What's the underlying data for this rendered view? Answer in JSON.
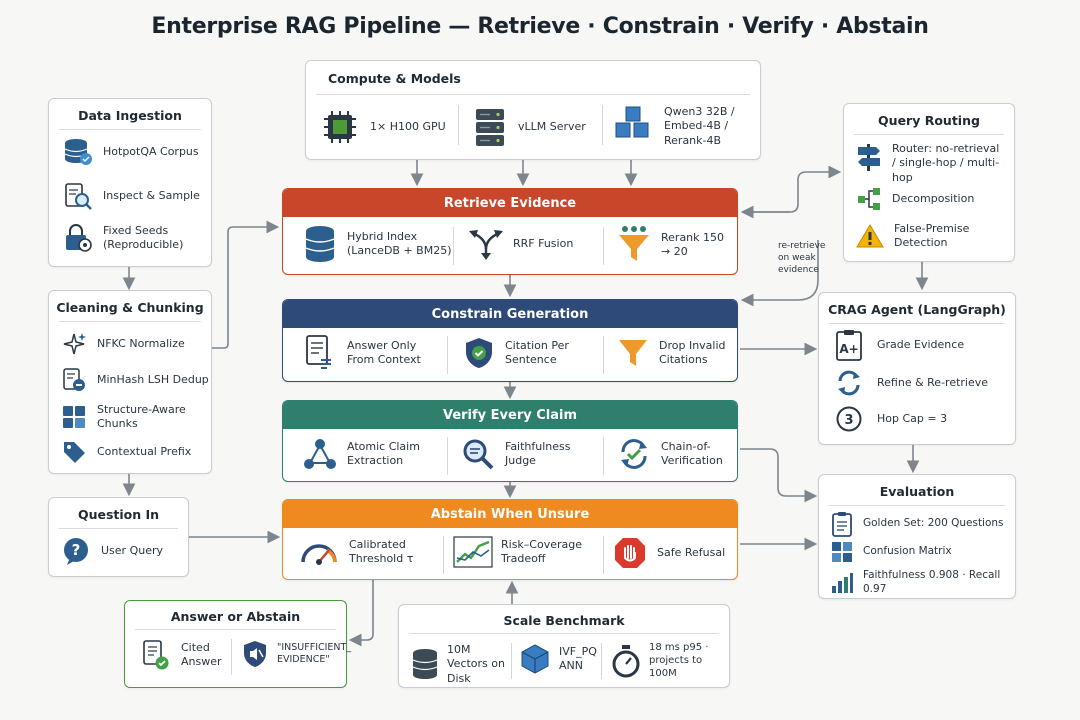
{
  "title": "Enterprise RAG Pipeline — Retrieve · Constrain · Verify · Abstain",
  "colors": {
    "retrieve": "#c8462a",
    "constrain": "#2d4a78",
    "verify": "#2f7f6c",
    "abstain": "#ee8a1f",
    "answer_border": "#4a9a3d",
    "icon_blue": "#2d5f8e",
    "arrow": "#808890"
  },
  "compute": {
    "title": "Compute & Models",
    "items": [
      "1× H100 GPU",
      "vLLM Server",
      "Qwen3 32B / Embed-4B / Rerank-4B"
    ]
  },
  "ingestion": {
    "title": "Data Ingestion",
    "items": [
      "HotpotQA Corpus",
      "Inspect & Sample",
      "Fixed Seeds (Reproducible)"
    ]
  },
  "cleaning": {
    "title": "Cleaning & Chunking",
    "items": [
      "NFKC Normalize",
      "MinHash LSH Dedup",
      "Structure-Aware Chunks",
      "Contextual Prefix"
    ]
  },
  "question": {
    "title": "Question In",
    "item": "User Query"
  },
  "answer": {
    "title": "Answer or Abstain",
    "items": [
      "Cited Answer",
      "\"INSUFFICIENT_ EVIDENCE\""
    ]
  },
  "retrieve": {
    "title": "Retrieve Evidence",
    "items": [
      "Hybrid Index (LanceDB + BM25)",
      "RRF Fusion",
      "Rerank 150 → 20"
    ]
  },
  "constrain": {
    "title": "Constrain Generation",
    "items": [
      "Answer Only From Context",
      "Citation Per Sentence",
      "Drop Invalid Citations"
    ]
  },
  "verify": {
    "title": "Verify Every Claim",
    "items": [
      "Atomic Claim Extraction",
      "Faithfulness Judge",
      "Chain-of- Verification"
    ]
  },
  "abstain": {
    "title": "Abstain When Unsure",
    "items": [
      "Calibrated Threshold τ",
      "Risk–Coverage Tradeoff",
      "Safe Refusal"
    ]
  },
  "scale": {
    "title": "Scale Benchmark",
    "items": [
      "10M Vectors on Disk",
      "IVF_PQ ANN",
      "18 ms p95 · projects to 100M"
    ]
  },
  "routing": {
    "title": "Query Routing",
    "items": [
      "Router: no-retrieval / single-hop / multi-hop",
      "Decomposition",
      "False-Premise Detection"
    ]
  },
  "crag": {
    "title": "CRAG Agent (LangGraph)",
    "items": [
      "Grade Evidence",
      "Refine & Re-retrieve",
      "Hop Cap = 3"
    ]
  },
  "evaluation": {
    "title": "Evaluation",
    "items": [
      "Golden Set: 200 Questions",
      "Confusion Matrix",
      "Faithfulness 0.908 · Recall 0.97"
    ]
  },
  "rereteive_note": "re-retrieve on weak evidence"
}
